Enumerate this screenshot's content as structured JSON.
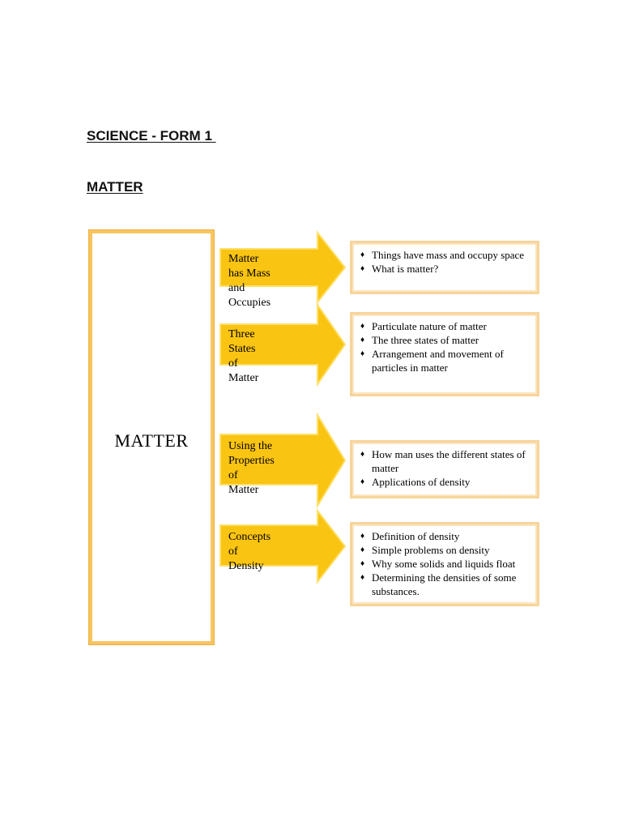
{
  "headings": {
    "course": "SCIENCE - FORM 1 ",
    "topic": "MATTER"
  },
  "diagram": {
    "main_label": "MATTER",
    "colors": {
      "arrow_fill": "#f9c412",
      "arrow_highlight": "#fde06a",
      "box_border": "#f7c560",
      "detail_border": "#f8d49a"
    },
    "rows": [
      {
        "arrow_label": "Matter has Mass\nand Occupies",
        "items": [
          {
            "text": "Things have mass and occupy space",
            "bullet": true
          },
          {
            "text": "What is matter?",
            "bullet": true
          }
        ]
      },
      {
        "arrow_label": "Three States of\nMatter",
        "items": [
          {
            "text": "Particulate nature of matter",
            "bullet": true
          },
          {
            "text": "The three states of matter",
            "bullet": true
          },
          {
            "text": "Arrangement and movement of",
            "bullet": true
          },
          {
            "text": "particles in matter",
            "bullet": false
          }
        ]
      },
      {
        "arrow_label": "Using the\nProperties of\nMatter",
        "items": [
          {
            "text": "How man uses the different states of",
            "bullet": true
          },
          {
            "text": "matter",
            "bullet": false
          },
          {
            "text": "Applications of density",
            "bullet": true
          }
        ]
      },
      {
        "arrow_label": "Concepts of\nDensity",
        "items": [
          {
            "text": "Definition of density",
            "bullet": true
          },
          {
            "text": "Simple problems on density",
            "bullet": true
          },
          {
            "text": "Why some solids and liquids float",
            "bullet": true
          },
          {
            "text": "Determining the densities of some",
            "bullet": true
          },
          {
            "text": "substances.",
            "bullet": false
          }
        ]
      }
    ]
  }
}
